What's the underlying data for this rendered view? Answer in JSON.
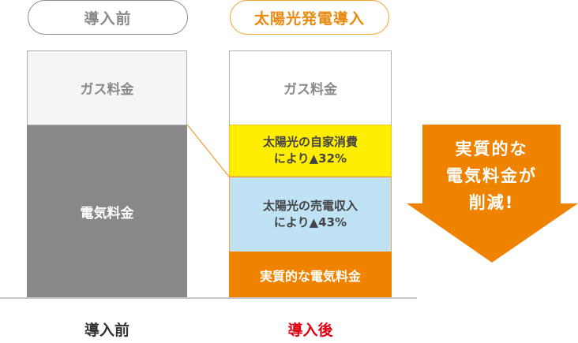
{
  "header": {
    "before_pill": "導入前",
    "after_pill": "太陽光発電導入"
  },
  "before_bar": {
    "gas": "ガス料金",
    "electricity": "電気料金"
  },
  "after_bar": {
    "gas": "ガス料金",
    "self_consumption": "太陽光の自家消費\nにより▲32%",
    "sell_income": "太陽光の売電収入\nにより▲43%",
    "effective_electricity": "実質的な電気料金"
  },
  "arrow": {
    "text": "実質的な\n電気料金が\n削減!"
  },
  "footer": {
    "before_label": "導入前",
    "after_label": "導入後"
  },
  "colors": {
    "gray_bar": "#888888",
    "gas_bg": "#f5f5f5",
    "yellow": "#ffee00",
    "blue": "#bfe2f5",
    "orange": "#ef8300",
    "after_label_red": "#e00012",
    "pill_orange": "#e98a10"
  }
}
